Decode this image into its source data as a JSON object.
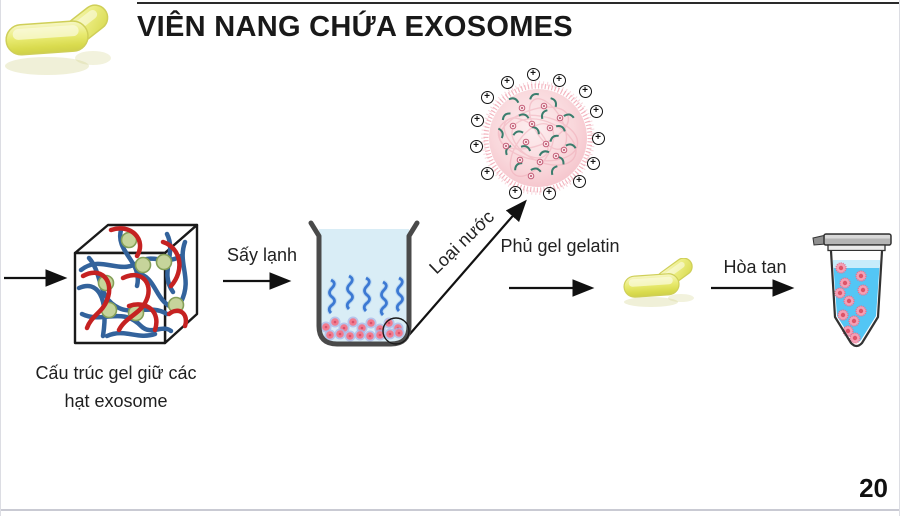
{
  "slide": {
    "title": "VIÊN NANG CHỨA EXOSOMES",
    "page_number": "20"
  },
  "diagram": {
    "cube_caption": {
      "line1": "Cấu trúc gel giữ các",
      "line2": "hạt exosome"
    },
    "labels": {
      "freeze_dry": "Sấy lạnh",
      "remove_water": "Loại nước",
      "coat_gelatin": "Phủ gel gelatin",
      "dissolve": "Hòa tan"
    },
    "charge_symbol": "+",
    "plus_charge_count": 14,
    "icons": {
      "logo": "softgel-capsules-icon",
      "cube": "gel-network-cube-icon",
      "beaker": "beaker-with-exosomes-icon",
      "particle": "fuzzy-charged-exosome-particle-icon",
      "capsules": "softgel-capsules-icon",
      "tube": "microcentrifuge-tube-icon",
      "charge": "plus-charge-icon",
      "magnifier": "magnifier-circle-icon"
    }
  },
  "colors": {
    "title_text": "#191919",
    "fiber_blue": "#33639c",
    "fiber_red": "#c52222",
    "exosome_green": "#c6d49b",
    "beaker_liquid": "#d9edf6",
    "strand_blue": "#2f6fd0",
    "dot_pink": "#f27b8e",
    "particle_pink": "#f6c6cc",
    "teal_squiggle": "#3a7d6d",
    "capsule_yellow": "#e3e55e",
    "tube_liquid": "#53c6f5"
  }
}
